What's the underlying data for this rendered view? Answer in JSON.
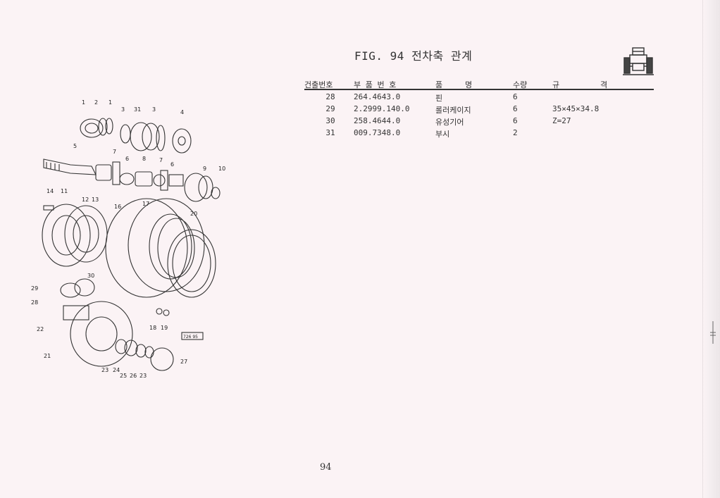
{
  "figure": {
    "title": "FIG. 94 전차축 관계",
    "diagram_code": "726 95"
  },
  "callouts": [
    "1",
    "2",
    "1",
    "3",
    "31",
    "3",
    "4",
    "5",
    "7",
    "6",
    "8",
    "7",
    "6",
    "9",
    "10",
    "14",
    "11",
    "12",
    "13",
    "16",
    "17",
    "20",
    "30",
    "29",
    "28",
    "22",
    "21",
    "18",
    "19",
    "23",
    "24",
    "25",
    "26",
    "23",
    "27"
  ],
  "table": {
    "headers": {
      "no": "건출번호",
      "part_no": "부 품 번 호",
      "name_a": "품",
      "name_b": "명",
      "qty": "수량",
      "spec_a": "규",
      "spec_b": "격"
    },
    "rows": [
      {
        "no": "28",
        "part_no": "264.4643.0",
        "name": "핀",
        "qty": "6",
        "spec": ""
      },
      {
        "no": "29",
        "part_no": "2.2999.140.0",
        "name": "롤러케이지",
        "qty": "6",
        "spec": "35×45×34.8"
      },
      {
        "no": "30",
        "part_no": "258.4644.0",
        "name": "유성기어",
        "qty": "6",
        "spec": "Z=27"
      },
      {
        "no": "31",
        "part_no": "009.7348.0",
        "name": "부시",
        "qty": "2",
        "spec": ""
      }
    ]
  },
  "page_number": "94",
  "icons": {
    "tractor": "tractor-front-icon"
  }
}
